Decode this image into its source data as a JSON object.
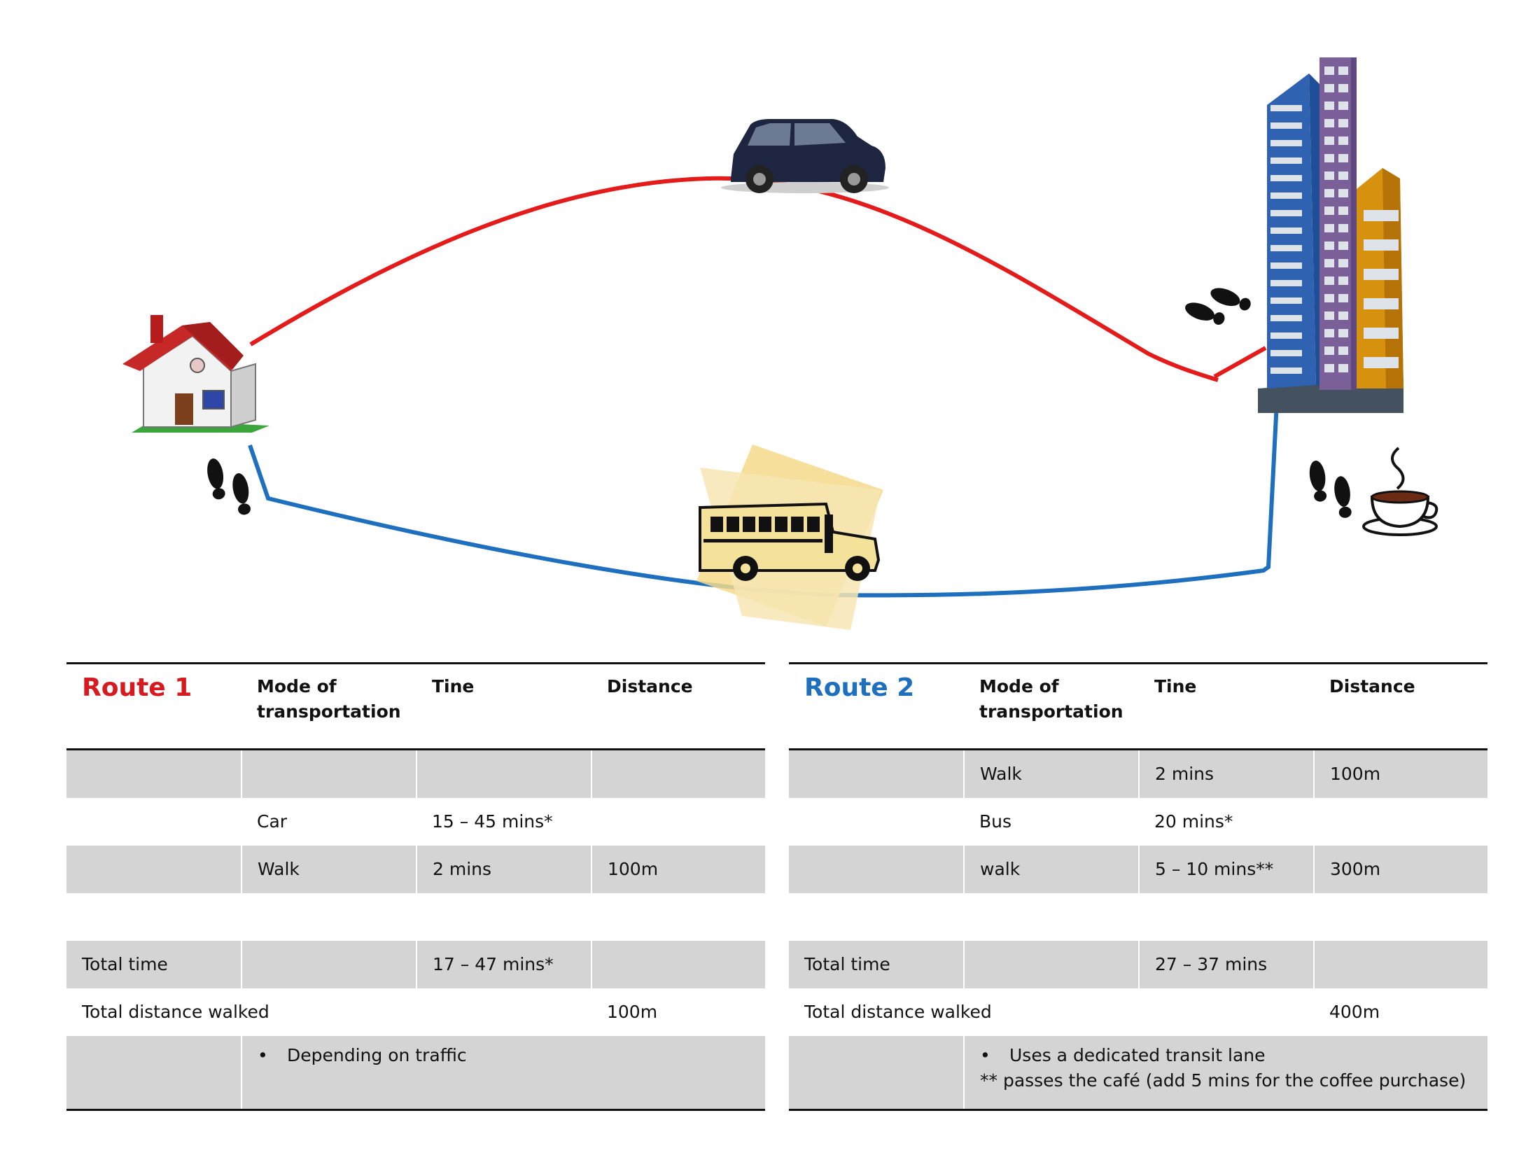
{
  "colors": {
    "route1": "#e31b1b",
    "route2": "#1f6fbf",
    "header_route1": "#d71920",
    "header_route2": "#1f6fbf",
    "row_shade": "#d4d4d4"
  },
  "icons": [
    "house-icon",
    "office-towers-icon",
    "car-icon",
    "bus-icon",
    "footprints-icon",
    "coffee-cup-icon"
  ],
  "route1": {
    "title": "Route 1",
    "headers": [
      "Mode of transportation",
      "Tine",
      "Distance"
    ],
    "rows": [
      {
        "mode": "",
        "time": "",
        "distance": ""
      },
      {
        "mode": "Car",
        "time": "15 – 45 mins*",
        "distance": ""
      },
      {
        "mode": "Walk",
        "time": "2 mins",
        "distance": "100m"
      }
    ],
    "total_time_label": "Total time",
    "total_time": "17 – 47 mins*",
    "total_distance_label": "Total distance walked",
    "total_distance": "100m",
    "note_bullet": "•",
    "notes": [
      "Depending on traffic"
    ]
  },
  "route2": {
    "title": "Route 2",
    "headers": [
      "Mode of transportation",
      "Tine",
      "Distance"
    ],
    "rows": [
      {
        "mode": "Walk",
        "time": "2 mins",
        "distance": "100m"
      },
      {
        "mode": "Bus",
        "time": "20 mins*",
        "distance": ""
      },
      {
        "mode": "walk",
        "time": "5 – 10 mins**",
        "distance": "300m"
      }
    ],
    "total_time_label": "Total time",
    "total_time": "27 – 37 mins",
    "total_distance_label": "Total distance walked",
    "total_distance": "400m",
    "note_bullet": "•",
    "notes": [
      "Uses a dedicated transit lane",
      "** passes the café (add 5 mins for the coffee purchase)"
    ]
  }
}
